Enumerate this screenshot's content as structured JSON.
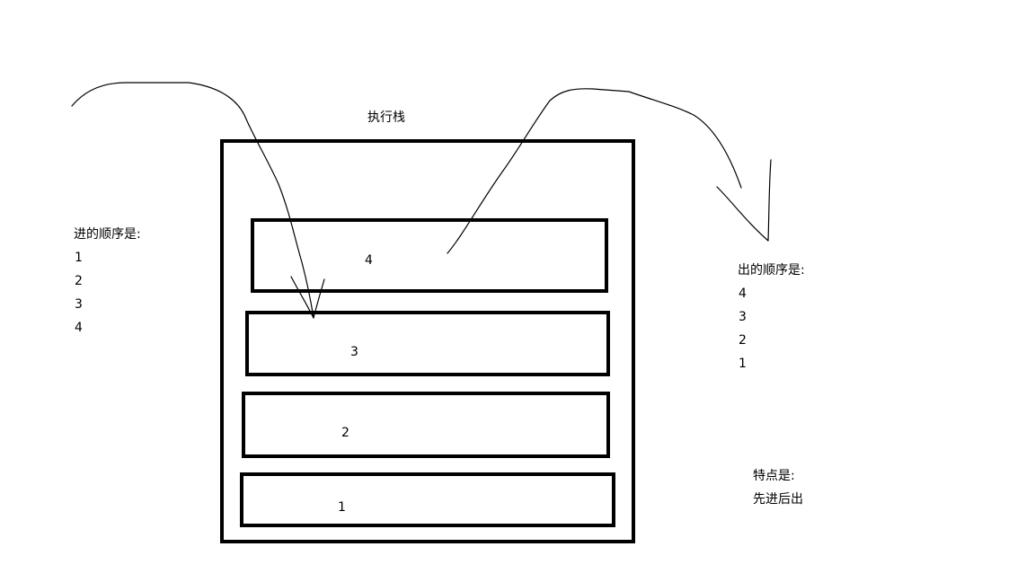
{
  "title": "执行栈",
  "stack_frames": [
    {
      "label": "4"
    },
    {
      "label": "3"
    },
    {
      "label": "2"
    },
    {
      "label": "1"
    }
  ],
  "push_order": {
    "heading": "进的顺序是:",
    "items": [
      "1",
      "2",
      "3",
      "4"
    ]
  },
  "pop_order": {
    "heading": "出的顺序是:",
    "items": [
      "4",
      "3",
      "2",
      "1"
    ]
  },
  "feature": {
    "heading": "特点是:",
    "text": "先进后出"
  }
}
